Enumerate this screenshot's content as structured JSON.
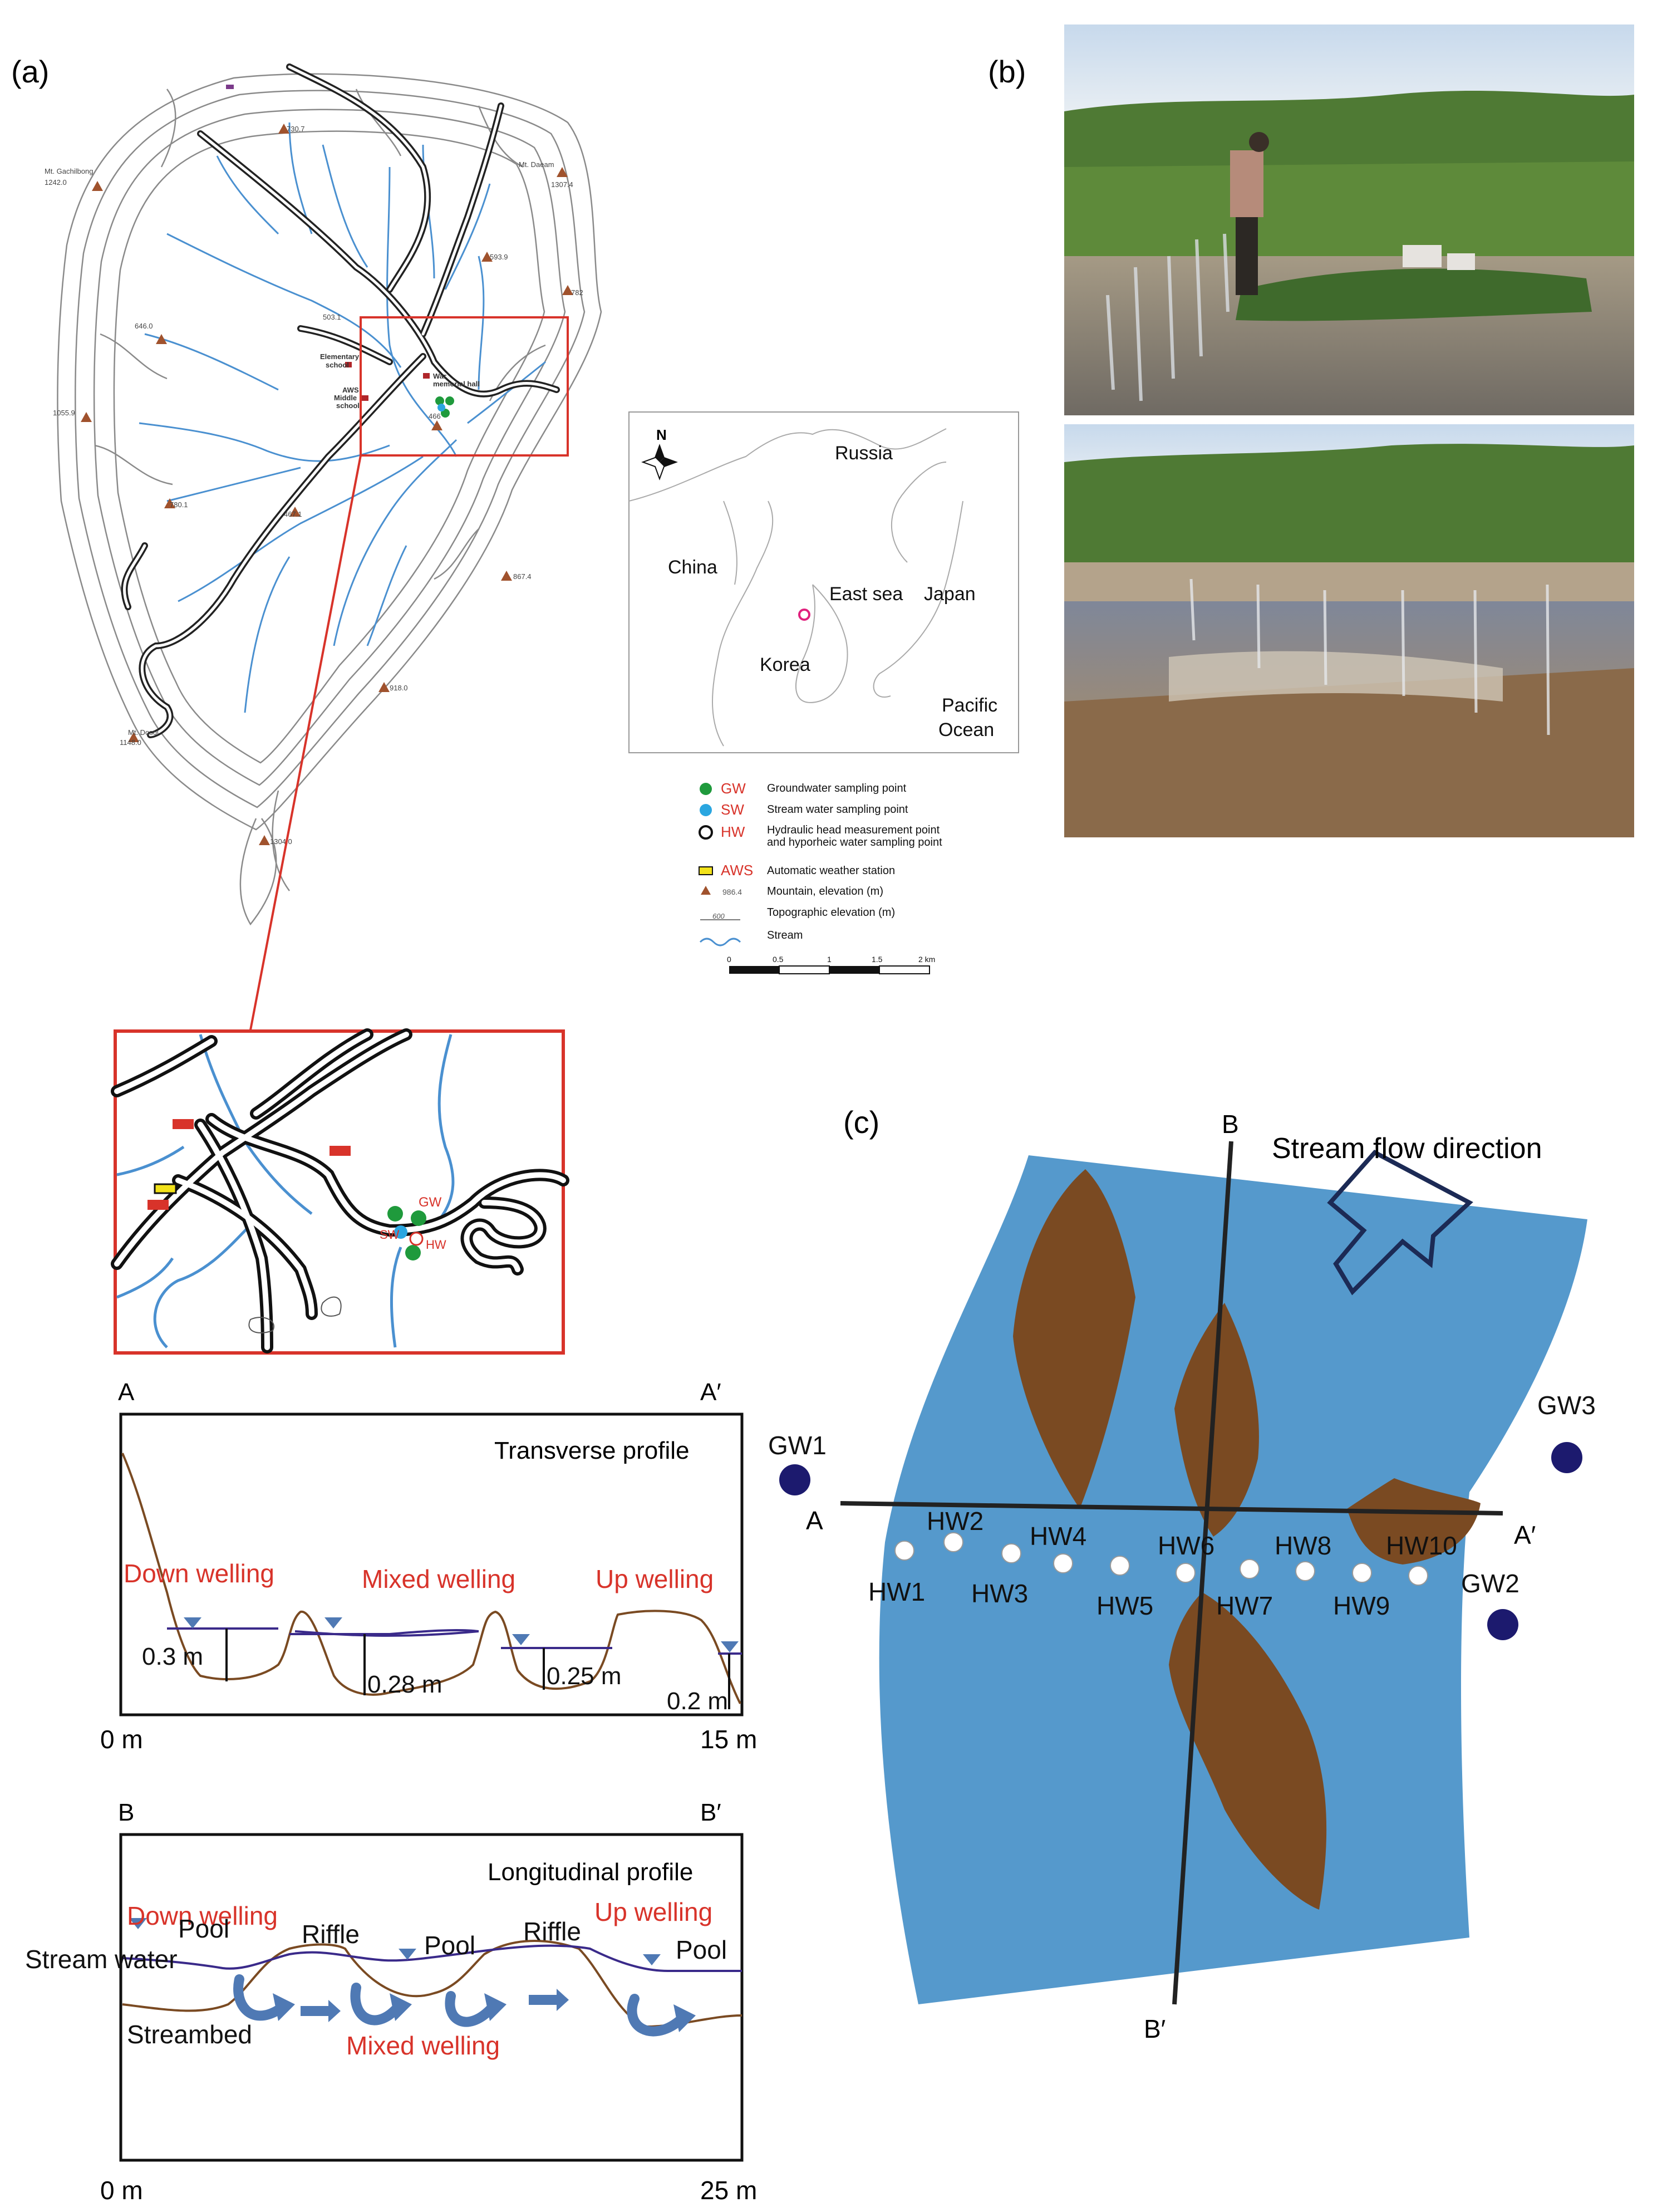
{
  "panels": {
    "a": "(a)",
    "b": "(b)",
    "c": "(c)"
  },
  "colors": {
    "water": "#5599cc",
    "sediment": "#7a4a22",
    "stream_line": "#4a90d0",
    "highlight": "#d8332a",
    "gw_point": "#1f9a3c",
    "sw_point": "#2aa6e0",
    "obs_point_dark": "#1c1a6e",
    "waterline": "#3a2a8a",
    "profile_bed": "#7a4a22"
  },
  "map": {
    "peaks": [
      {
        "name": "Mt. Gachilbong",
        "elev": "1242.0"
      },
      {
        "name": "Mt. Daeam",
        "elev": "1307.4"
      },
      {
        "name": "Mt. Dosol",
        "elev": "1148.0"
      }
    ],
    "elevations": [
      "730.7",
      "593.9",
      "503.1",
      "646.0",
      "782",
      "1055.9",
      "780.1",
      "467.1",
      "867.4",
      "918.0",
      "1304.0",
      "466"
    ],
    "places": [
      {
        "id": "elementary",
        "label": "Elementary\nschool"
      },
      {
        "id": "war",
        "label": "War\nmemorial hall"
      },
      {
        "id": "middle",
        "label": "AWS\nMiddle\nschool"
      }
    ]
  },
  "inset": {
    "north": "N",
    "countries": [
      "Russia",
      "China",
      "East sea",
      "Japan",
      "Korea",
      "Pacific\nOcean"
    ]
  },
  "legend": {
    "items": [
      {
        "code": "GW",
        "text": "Groundwater sampling point",
        "icon": "green-dot-icon"
      },
      {
        "code": "SW",
        "text": "Stream water sampling point",
        "icon": "blue-dot-icon"
      },
      {
        "code": "HW",
        "text": "Hydraulic head measurement point\nand hyporheic water sampling point",
        "icon": "open-circle-icon"
      },
      {
        "code": "AWS",
        "text": "Automatic weather station",
        "icon": "yellow-rect-icon"
      },
      {
        "code": "",
        "text": "Mountain, elevation (m)",
        "icon": "triangle-icon",
        "sample": "986.4"
      },
      {
        "code": "",
        "text": "Topographic elevation (m)",
        "icon": "contour-icon",
        "sample": "600"
      },
      {
        "code": "",
        "text": "Stream",
        "icon": "wave-icon"
      }
    ],
    "scale": {
      "ticks": [
        "0",
        "0.5",
        "1",
        "1.5",
        "2 km"
      ]
    }
  },
  "zoom": {
    "labels": [
      "GW",
      "SW",
      "HW"
    ]
  },
  "transverse": {
    "start": "A",
    "end": "A′",
    "title": "Transverse profile",
    "zones": [
      "Down welling",
      "Mixed welling",
      "Up welling"
    ],
    "depths": [
      "0.3 m",
      "0.28 m",
      "0.25 m",
      "0.2 m"
    ],
    "axis": {
      "min": "0 m",
      "max": "15 m"
    }
  },
  "longitudinal": {
    "start": "B",
    "end": "B′",
    "title": "Longitudinal profile",
    "zones": [
      "Down welling",
      "Up welling",
      "Mixed welling"
    ],
    "features": [
      "Pool",
      "Riffle",
      "Pool",
      "Riffle",
      "Pool"
    ],
    "side": [
      "Stream water",
      "Streambed"
    ],
    "axis": {
      "min": "0 m",
      "max": "25 m"
    }
  },
  "site": {
    "flow": "Stream flow direction",
    "section_a": [
      "A",
      "A′"
    ],
    "section_b": [
      "B",
      "B′"
    ],
    "wells": [
      "GW1",
      "GW2",
      "GW3"
    ],
    "hw": [
      "HW1",
      "HW2",
      "HW3",
      "HW4",
      "HW5",
      "HW6",
      "HW7",
      "HW8",
      "HW9",
      "HW10"
    ]
  }
}
